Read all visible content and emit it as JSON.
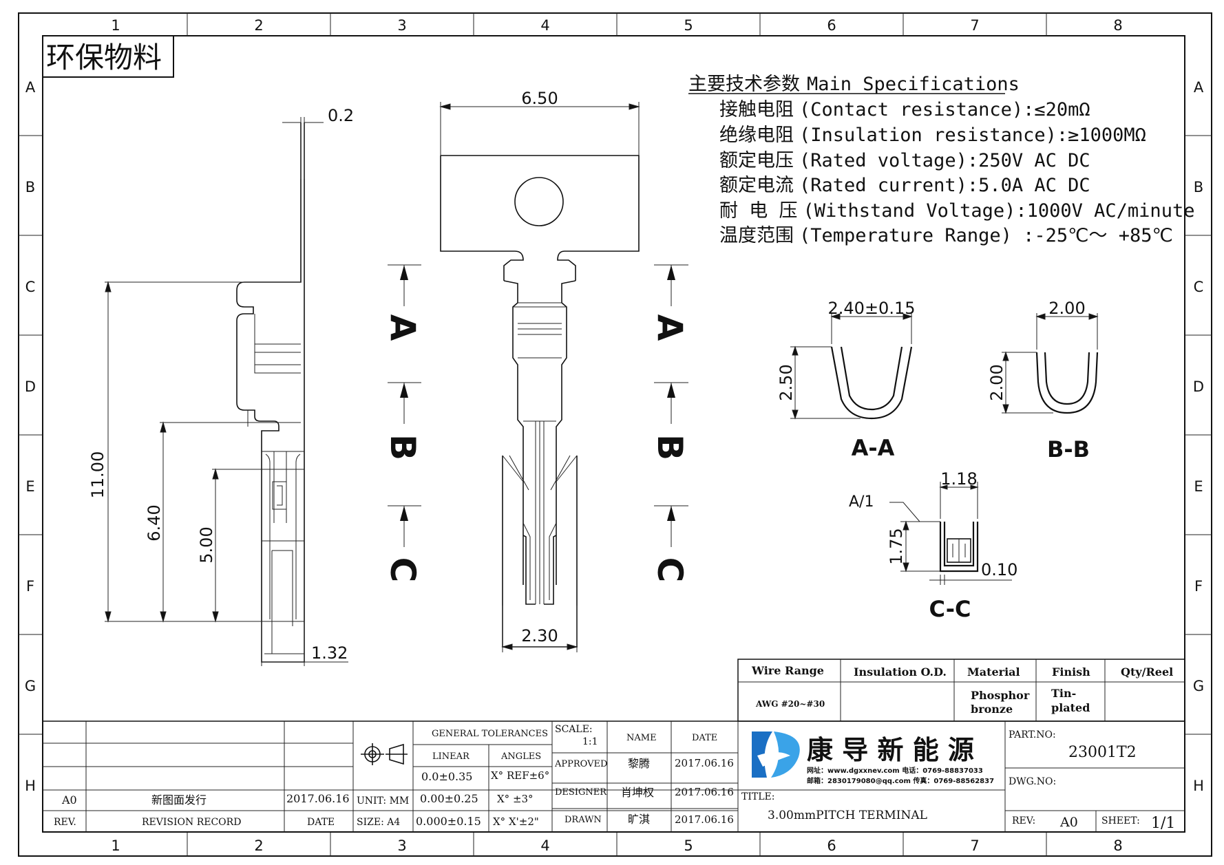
{
  "frame": {
    "columns": [
      "1",
      "2",
      "3",
      "4",
      "5",
      "6",
      "7",
      "8"
    ],
    "rows": [
      "A",
      "B",
      "C",
      "D",
      "E",
      "F",
      "G",
      "H"
    ]
  },
  "stamp": "环保物料",
  "specs": {
    "heading_cn": "主要技术参数",
    "heading_en": "Main Specifications",
    "lines": [
      {
        "cn": "接触电阻",
        "en": "(Contact resistance):≤20mΩ"
      },
      {
        "cn": "绝缘电阻",
        "en": "(Insulation resistance):≥1000MΩ"
      },
      {
        "cn": "额定电压",
        "en": "(Rated voltage):250V AC DC"
      },
      {
        "cn": "额定电流",
        "en": "(Rated current):5.0A AC DC"
      },
      {
        "cn": "耐 电 压",
        "en": "(Withstand Voltage):1000V AC/minute"
      },
      {
        "cn": "温度范围",
        "en": "(Temperature Range) :-25℃～ +85℃"
      }
    ]
  },
  "dimensions": {
    "side_thickness": "0.2",
    "top_width": "6.50",
    "total_length": "11.00",
    "crimp_length": "6.40",
    "barrel_length": "5.00",
    "bottom_width": "1.32",
    "front_width": "2.30",
    "aa_width": "2.40±0.15",
    "aa_height": "2.50",
    "bb_width": "2.00",
    "bb_height": "2.00",
    "cc_width": "1.18",
    "cc_height": "1.75",
    "cc_thickness": "0.10",
    "cc_ref": "A/1"
  },
  "section_markers": [
    "A",
    "B",
    "C"
  ],
  "section_labels": {
    "aa": "A-A",
    "bb": "B-B",
    "cc": "C-C"
  },
  "spec_table": {
    "headers": [
      "Wire Range",
      "Insulation O.D.",
      "Material",
      "Finish",
      "Qty/Reel"
    ],
    "values": {
      "wire_range": "AWG #20~#30",
      "insulation": "",
      "material": [
        "Phosphor",
        "bronze"
      ],
      "finish": [
        "Tin-",
        "plated"
      ],
      "qty": ""
    }
  },
  "title_block": {
    "revision": {
      "rev": "A0",
      "record": "新图面发行",
      "date": "2017.06.16",
      "col_rev": "REV.",
      "col_record": "REVISION RECORD",
      "col_date": "DATE"
    },
    "unit": "UNIT: MM",
    "size": "SIZE: A4",
    "tolerances": {
      "heading": "GENERAL TOLERANCES",
      "linear": "LINEAR",
      "angles": "ANGLES",
      "linear_values": [
        "0.0±0.35",
        "0.00±0.25",
        "0.000±0.15"
      ],
      "angle_values": [
        "X° REF±6°",
        "X° ±3°",
        "X° X'±2\""
      ]
    },
    "scale_label": "SCALE:",
    "scale_value": "1:1",
    "name_col": "NAME",
    "date_col": "DATE",
    "approved": {
      "role": "APPROVED",
      "name": "黎腾",
      "date": "2017.06.16"
    },
    "designer": {
      "role": "DESIGNER",
      "name": "肖坤权",
      "date": "2017.06.16"
    },
    "drawn": {
      "role": "DRAWN",
      "name": "旷淇",
      "date": "2017.06.16"
    },
    "company": "康 导 新 能 源",
    "company_contact_1": "网址：www.dgxxnev.com   电话：0769-88837033",
    "company_contact_2": "邮箱：2830179080@qq.com 传真：0769-88562837",
    "title_label": "TITLE:",
    "title": "3.00mmPITCH TERMINAL",
    "part_no_label": "PART.NO:",
    "part_no": "23001T2",
    "dwg_no_label": "DWG.NO:",
    "rev_label": "REV:",
    "rev_value": "A0",
    "sheet_label": "SHEET:",
    "sheet_value": "1/1"
  }
}
